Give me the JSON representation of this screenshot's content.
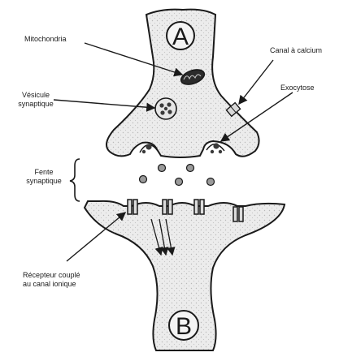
{
  "neuron_a": {
    "letter": "A"
  },
  "neuron_b": {
    "letter": "B"
  },
  "labels": {
    "mitochondria": "Mitochondria",
    "vesicle_line1": "Vésicule",
    "vesicle_line2": "synaptique",
    "calcium_channel": "Canal à calcium",
    "exocytosis": "Exocytose",
    "cleft_line1": "Fente",
    "cleft_line2": "synaptique",
    "receptor_line1": "Récepteur couplé",
    "receptor_line2": "au canal ionique"
  },
  "colors": {
    "cell_fill": "#ececec",
    "stroke": "#1a1a1a",
    "organelle": "#3a3a3a"
  }
}
